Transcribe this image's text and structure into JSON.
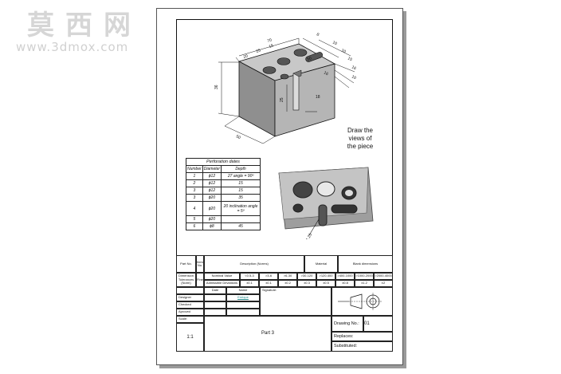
{
  "watermark": {
    "logo_text": "莫西网",
    "url": "www.3dmox.com"
  },
  "dimensions": {
    "labels": [
      "70",
      "20",
      "25",
      "15",
      "8",
      "10",
      "10",
      "15",
      "16",
      "10",
      "50",
      "16",
      "25",
      "18",
      "36",
      "50"
    ]
  },
  "note": {
    "line1": "Draw the",
    "line2": "views of",
    "line3": "the piece"
  },
  "perforation_table": {
    "caption": "Perforation dates",
    "headers": [
      "Number",
      "Diameter",
      "Depth"
    ],
    "rows": [
      [
        "1",
        "ϕ12",
        "27 angle = 90º"
      ],
      [
        "2",
        "ϕ12",
        "15"
      ],
      [
        "3",
        "ϕ12",
        "15"
      ],
      [
        "3",
        "ϕ20",
        "35"
      ],
      [
        "4",
        "ϕ20",
        "20 inclination angle = 5º"
      ],
      [
        "5",
        "ϕ20",
        ""
      ],
      [
        "6",
        "ϕ8",
        "45"
      ]
    ]
  },
  "photo_label": "1.25",
  "title_block": {
    "parts_no": "Part No.",
    "item_no": "Item No.",
    "description": "Description (Norms)",
    "material": "Material",
    "blank_dimensions": "Blank dimensions",
    "dim_tolerances": "Dimension Tolerances (Norm)",
    "fine": "Fine",
    "nominal_value": "Nominal Value",
    "admissible_deviations": "Admissible Deviations",
    "ranges": [
      "<0.5-3",
      ">3-6",
      ">6-30",
      ">30-120",
      ">120-400",
      ">400-1000",
      ">1000-2000",
      ">2000-4000"
    ],
    "deviations": [
      "±0.1",
      "±0.1",
      "±0.2",
      "±0.3",
      "±0.5",
      "±0.8",
      "±1.2",
      "±2"
    ],
    "col_date": "Date",
    "col_name": "Name",
    "col_signature": "Signature:",
    "designer": "Designer",
    "designer_name": "Enrique",
    "checked": "Checked",
    "approved": "Aproved",
    "scale_label": "Scale:",
    "scale": "1:1",
    "title": "Part 3",
    "drawing_no_label": "Drawing No.:",
    "drawing_no": "01",
    "replaces": "Replaces:",
    "substituted": "Substituted:"
  }
}
